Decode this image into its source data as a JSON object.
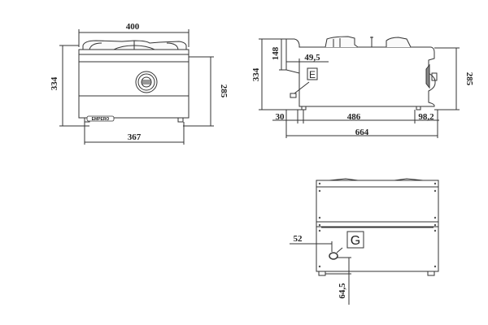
{
  "front_view": {
    "width_top": "400",
    "height_total": "334",
    "height_body": "285",
    "width_feet": "367",
    "brand": "EMPERO"
  },
  "side_view": {
    "height_total": "334",
    "height_back": "148",
    "offset_e": "49,5",
    "marker_e": "E",
    "height_body": "285",
    "foot_offset_left": "30",
    "foot_span": "486",
    "front_overhang": "98,2",
    "depth_total": "664"
  },
  "rear_view": {
    "gas_offset_x": "52",
    "gas_offset_y": "64,5",
    "marker_g": "G"
  },
  "colors": {
    "line": "#333333",
    "background": "#ffffff"
  }
}
